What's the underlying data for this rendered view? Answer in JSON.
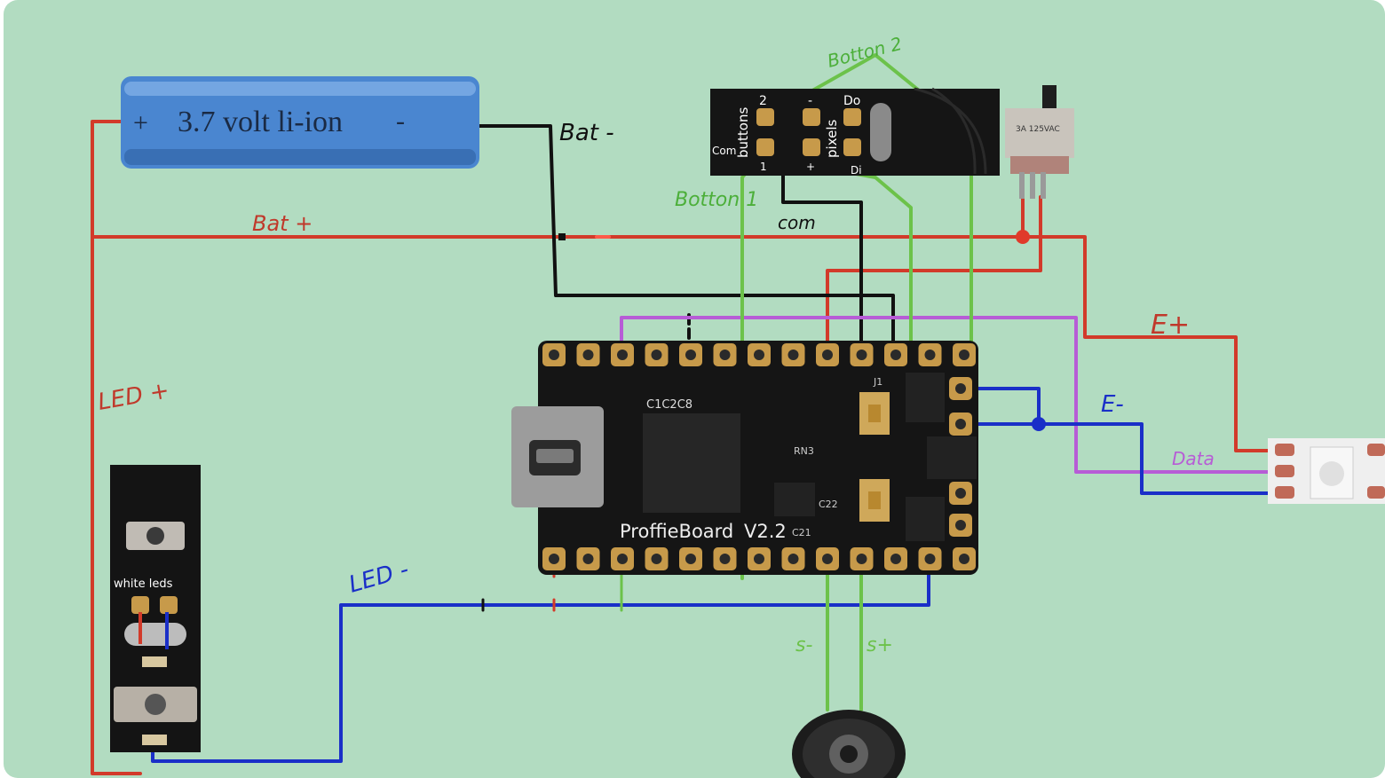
{
  "colors": {
    "background": "#b2dcc1",
    "wire_red": "#d23a2a",
    "wire_black": "#111111",
    "wire_green": "#6cc24a",
    "wire_blue": "#1a2fc8",
    "wire_purple": "#b75cd6",
    "battery": "#4a86d0",
    "pcb": "#151515",
    "pad_gold": "#c79a4a"
  },
  "battery": {
    "plus": "+",
    "label": "3.7 volt li-ion",
    "minus": "-"
  },
  "button_board": {
    "side_buttons": "buttons",
    "side_pixels": "pixels",
    "pad_2": "2",
    "pad_minus": "-",
    "pad_do": "Do",
    "pad_com": "Com",
    "pad_1": "1",
    "pad_plus": "+",
    "pad_di": "Di"
  },
  "switch": {
    "marking": "3A 125VAC"
  },
  "proffieboard": {
    "name": "ProffieBoard",
    "version": "V2.2",
    "chip_label": "C1C2C8",
    "silk_c21": "C21",
    "silk_c22": "C22",
    "silk_rn3": "RN3",
    "silk_j1": "J1"
  },
  "led_module": {
    "label": "white leds"
  },
  "wire_labels": {
    "bat_minus": "Bat -",
    "bat_plus": "Bat +",
    "button_2": "Botton 2",
    "button_1": "Botton 1",
    "com": "com",
    "led_plus": "LED +",
    "led_minus": "LED -",
    "e_plus": "E+",
    "e_minus": "E-",
    "data": "Data",
    "s_minus": "s-",
    "s_plus": "s+"
  }
}
